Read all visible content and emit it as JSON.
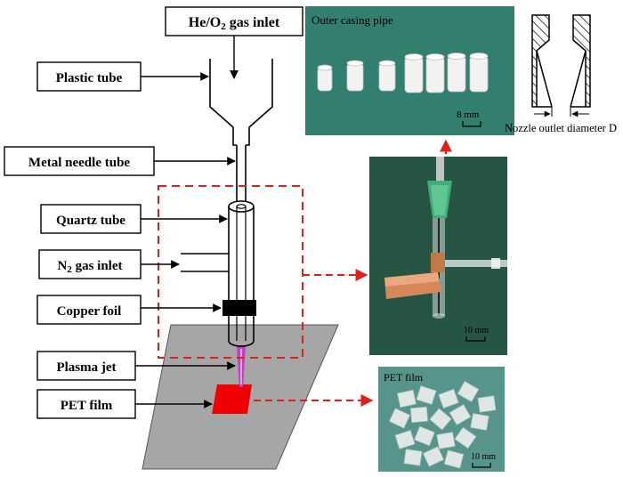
{
  "labels": {
    "gas_inlet": "He/O",
    "gas_inlet_sub": "2",
    "gas_inlet_suffix": " gas inlet",
    "plastic_tube": "Plastic tube",
    "metal_needle": "Metal needle tube",
    "quartz_tube": "Quartz tube",
    "n2_prefix": "N",
    "n2_sub": "2",
    "n2_suffix": " gas inlet",
    "copper_foil": "Copper foil",
    "plasma_jet": "Plasma jet",
    "pet_film": "PET film"
  },
  "photos": {
    "outer_casing": {
      "caption": "Outer casing pipe",
      "scale": "8 mm"
    },
    "device": {
      "scale": "10 mm"
    },
    "pet": {
      "caption": "PET film",
      "scale": "10 mm"
    }
  },
  "nozzle": {
    "caption": "Nozzle outlet diameter D"
  },
  "colors": {
    "arrow_red": "#e0201b",
    "photo_green": "#2f7a6a",
    "device_bg": "#2e5f4c",
    "pet_bg": "#4f8f86",
    "film_red": "#f00000",
    "plasma": "#c040c0",
    "substrate": "#a6a6a6"
  }
}
